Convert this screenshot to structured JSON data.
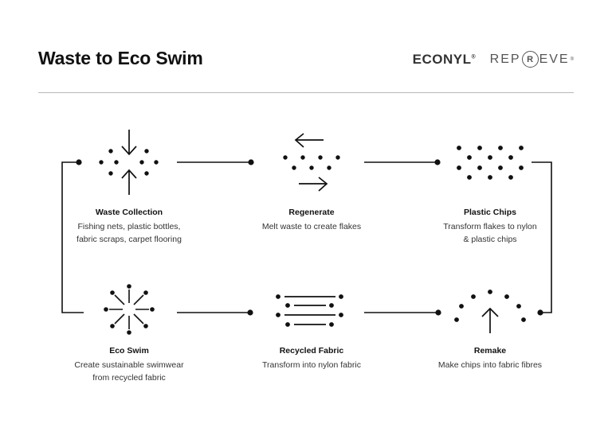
{
  "header": {
    "title": "Waste to Eco Swim",
    "logos": [
      {
        "name": "econyl-logo",
        "text": "ECONYL",
        "trademark": "®"
      },
      {
        "name": "repreve-logo",
        "part1": "REP",
        "badge": "R",
        "part2": "EVE",
        "trademark": "®"
      }
    ]
  },
  "diagram": {
    "type": "cycle-flow",
    "nodes": [
      {
        "id": "waste-collection",
        "title": "Waste Collection",
        "desc_line1": "Fishing nets, plastic bottles,",
        "desc_line2": "fabric scraps, carpet flooring",
        "icon": "dots-converging-arrows-icon",
        "row": "top",
        "order": 1
      },
      {
        "id": "regenerate",
        "title": "Regenerate",
        "desc_line1": "Melt waste to create flakes",
        "desc_line2": "",
        "icon": "dots-with-left-right-arrows-icon",
        "row": "top",
        "order": 2
      },
      {
        "id": "plastic-chips",
        "title": "Plastic Chips",
        "desc_line1": "Transform flakes to nylon",
        "desc_line2": "& plastic chips",
        "icon": "dot-grid-icon",
        "row": "top",
        "order": 3
      },
      {
        "id": "remake",
        "title": "Remake",
        "desc_line1": "Make chips into fabric fibres",
        "desc_line2": "",
        "icon": "dot-arc-up-arrow-icon",
        "row": "bottom",
        "order": 4
      },
      {
        "id": "recycled-fabric",
        "title": "Recycled Fabric",
        "desc_line1": "Transform into nylon fabric",
        "desc_line2": "",
        "icon": "stacked-lines-icon",
        "row": "bottom",
        "order": 5
      },
      {
        "id": "eco-swim",
        "title": "Eco Swim",
        "desc_line1": "Create sustainable swimwear",
        "desc_line2": "from recycled fabric",
        "icon": "starburst-icon",
        "row": "bottom",
        "order": 6
      }
    ],
    "connectors": [
      {
        "id": "waste-to-regenerate",
        "from": "waste-collection",
        "to": "regenerate",
        "style": "line-with-end-dot"
      },
      {
        "id": "regenerate-to-chips",
        "from": "regenerate",
        "to": "plastic-chips",
        "style": "line-with-end-dot"
      },
      {
        "id": "chips-to-remake",
        "from": "plastic-chips",
        "to": "remake",
        "style": "elbow-right-wrap"
      },
      {
        "id": "remake-to-fabric",
        "from": "remake",
        "to": "recycled-fabric",
        "style": "line-with-end-dot"
      },
      {
        "id": "fabric-to-ecoswim",
        "from": "recycled-fabric",
        "to": "eco-swim",
        "style": "line-with-end-dot"
      },
      {
        "id": "ecoswim-to-waste",
        "from": "eco-swim",
        "to": "waste-collection",
        "style": "elbow-left-wrap"
      }
    ]
  },
  "colors": {
    "ink": "#111111",
    "body_text": "#333333",
    "rule": "#b9b9b9",
    "background": "#ffffff"
  }
}
